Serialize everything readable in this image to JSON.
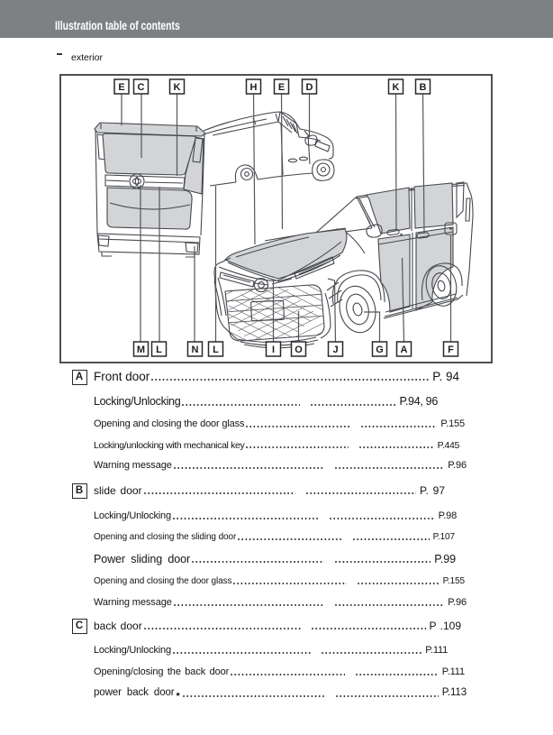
{
  "header": {
    "title": "Illustration table of contents"
  },
  "section": {
    "bullet": "-",
    "label": "exterior"
  },
  "diagram": {
    "description": "exterior overview of van, rear view and front three-quarter view, with lettered callouts",
    "callouts_top": [
      "E",
      "C",
      "K",
      "H",
      "E",
      "D",
      "K",
      "B"
    ],
    "callouts_bottom": [
      "M",
      "L",
      "N",
      "L",
      "I",
      "O",
      "J",
      "G",
      "A",
      "F"
    ]
  },
  "toc": {
    "sections": [
      {
        "marker": "A",
        "label": "Front door",
        "page": "P. 94",
        "items": [
          {
            "label": "Locking/Unlocking",
            "page": "P.94, 96"
          },
          {
            "label": "Opening and closing the door glass",
            "page": "P.155"
          },
          {
            "label": "Locking/unlocking with mechanical key",
            "page": "P.445"
          },
          {
            "label": "Warning message",
            "page": "P.96"
          }
        ]
      },
      {
        "marker": "B",
        "label": "slide door",
        "page": "P. 97",
        "items": [
          {
            "label": "Locking/Unlocking",
            "page": "P.98"
          },
          {
            "label": "Opening and closing the sliding door",
            "page": "P.107"
          },
          {
            "label": "Power sliding door",
            "page": "P.99"
          },
          {
            "label": "Opening and closing the door glass",
            "page": "P.155"
          },
          {
            "label": "Warning message",
            "page": "P.96"
          }
        ]
      },
      {
        "marker": "C",
        "label": "back door",
        "page": "P .109",
        "items": [
          {
            "label": "Locking/Unlocking",
            "page": "P.111"
          },
          {
            "label": "Opening/closing the back door",
            "page": "P.111"
          },
          {
            "label": "power back door",
            "star": true,
            "page": "P.113"
          }
        ]
      }
    ]
  },
  "colors": {
    "header_bg": "#7e8184",
    "header_text": "#ffffff",
    "body_text": "#141414",
    "art_line": "#4b4e53",
    "art_shade": "#d2d4d6"
  }
}
